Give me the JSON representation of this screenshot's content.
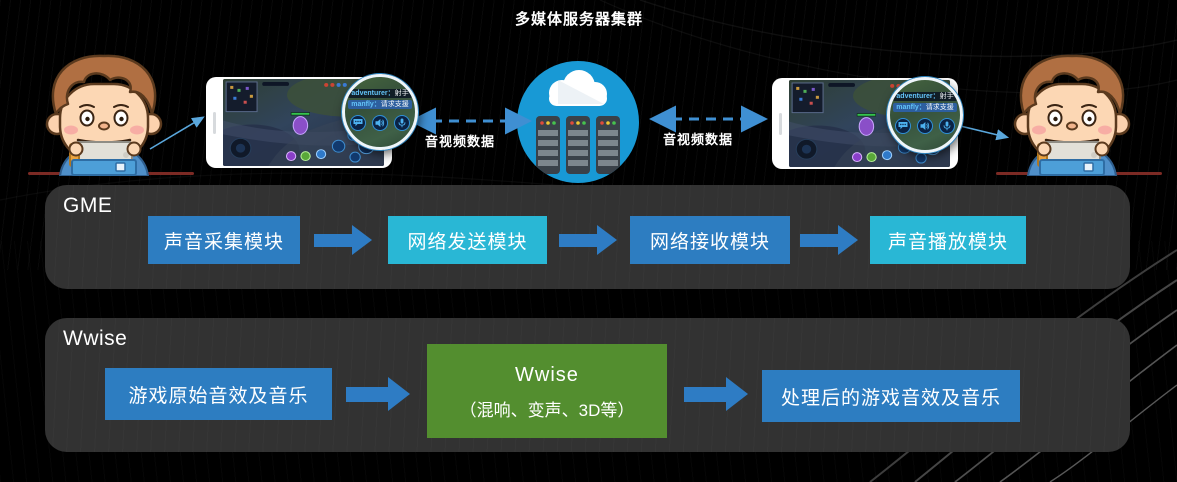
{
  "title": "多媒体服务器集群",
  "links": {
    "left": {
      "label": "音视频数据"
    },
    "right": {
      "label": "音视频数据"
    }
  },
  "magnifier": {
    "chat": [
      {
        "nick": "adventurer：",
        "message": "射手"
      },
      {
        "nick": "manfly：",
        "message": "请求支援"
      }
    ],
    "icons": [
      "chat-bubble",
      "speaker",
      "microphone"
    ]
  },
  "gme": {
    "label": "GME",
    "boxes": [
      {
        "label": "声音采集模块",
        "color": "#2d7dc1"
      },
      {
        "label": "网络发送模块",
        "color": "#29b7d5"
      },
      {
        "label": "网络接收模块",
        "color": "#2d7dc1"
      },
      {
        "label": "声音播放模块",
        "color": "#29b7d5"
      }
    ]
  },
  "wwise": {
    "label": "Wwise",
    "input_box": {
      "label": "游戏原始音效及音乐",
      "color": "#2d7dc1"
    },
    "engine_box": {
      "line1": "Wwise",
      "line2": "（混响、变声、3D等）",
      "color": "#538e2f"
    },
    "output_box": {
      "label": "处理后的游戏音效及音乐",
      "color": "#2d7dc1"
    }
  },
  "icons": {
    "center": "cloud-server-cluster",
    "magnifier_icons": [
      "chat-bubble",
      "speaker",
      "microphone"
    ]
  },
  "colors": {
    "background": "#000000",
    "panel": "#323232",
    "flow_arrow": "#2e7cc4",
    "dashed_link": "#3f8fd2",
    "server_circle": "#1899d5",
    "box_blue": "#2d7dc1",
    "box_cyan": "#29b7d5",
    "box_green": "#538e2f",
    "table_line": "#7c2a24"
  }
}
